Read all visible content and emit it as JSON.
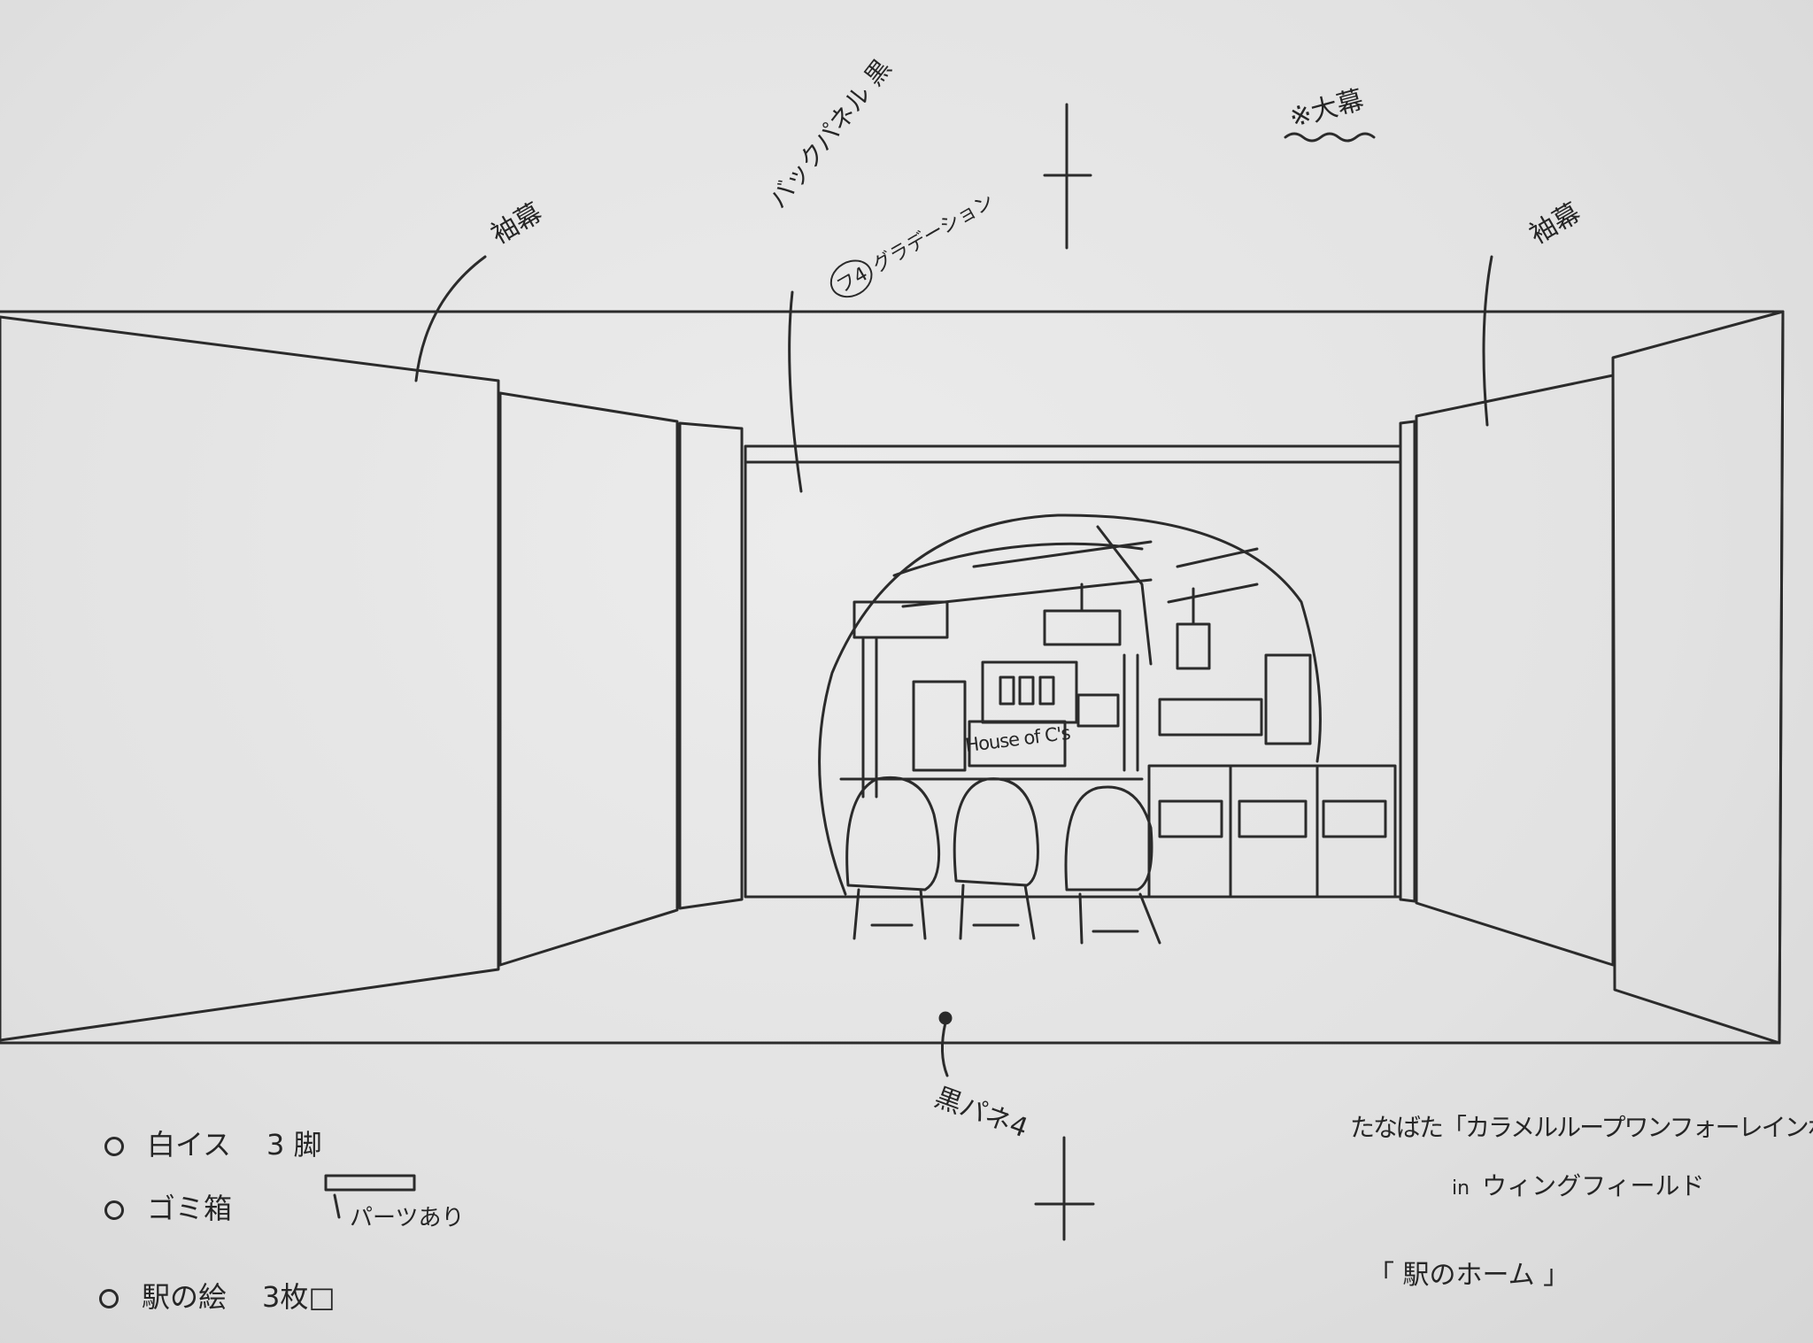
{
  "annotations": {
    "sodemaku_left": "袖幕",
    "sodemaku_right": "袖幕",
    "ohmaku": "※大幕",
    "back_panel_line1": "バックパネル 黒",
    "back_panel_circled": "フ4",
    "back_panel_line2": "グラデーション",
    "floor_panel": "黒パネ4",
    "sign_house": "House of C's"
  },
  "props_list": [
    {
      "item": "白イス",
      "detail": "3 脚"
    },
    {
      "item": "ゴミ箱",
      "detail": ""
    },
    {
      "item": "駅の絵",
      "detail": "3枚□"
    }
  ],
  "trash_note": "パーツあり",
  "title_block": {
    "line1": "たなばた「カラメルループワンフォーレインボー」",
    "line2_in": "in",
    "line2_venue": "ウィングフィールド",
    "scene": "「 駅のホーム 」"
  },
  "colors": {
    "paper": "#e4e4e4",
    "pencil": "#2a2a2a"
  }
}
